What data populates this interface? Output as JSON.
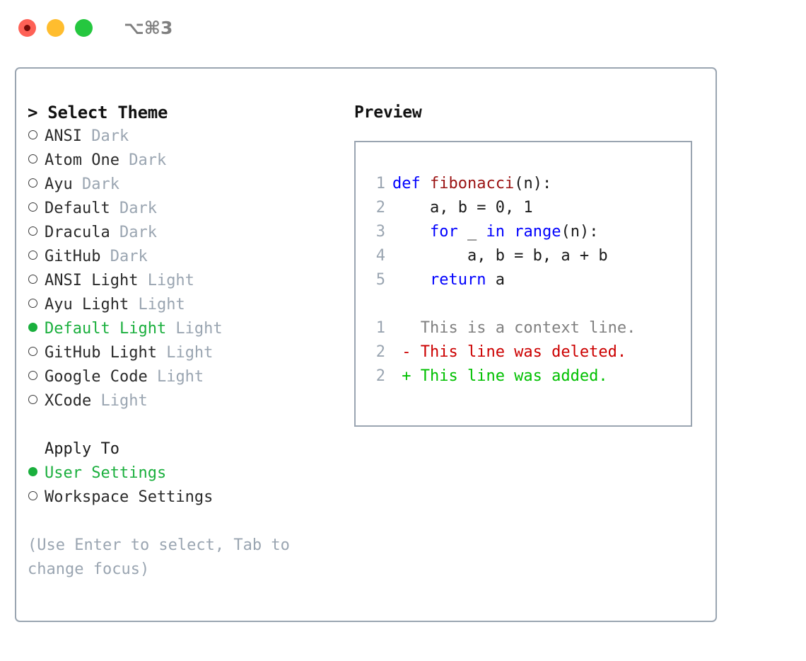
{
  "titlebar": {
    "shortcut": "⌥⌘3",
    "buttons": [
      {
        "name": "close",
        "color": "#fe6156"
      },
      {
        "name": "minimize",
        "color": "#ffbd2e"
      },
      {
        "name": "maximize",
        "color": "#25c73f"
      }
    ]
  },
  "colors": {
    "accent_green": "#1aaf3d",
    "muted": "#9aa5b1",
    "border": "#9aa5b1",
    "keyword_blue": "#0000fe",
    "function_red": "#9b1313",
    "diff_deleted": "#cc0000",
    "diff_added": "#00c000",
    "diff_context": "#808080"
  },
  "left_panel": {
    "header": "> Select Theme",
    "themes": [
      {
        "marker": "o",
        "name": "ANSI",
        "tag": "Dark",
        "selected": false
      },
      {
        "marker": "o",
        "name": "Atom One",
        "tag": "Dark",
        "selected": false
      },
      {
        "marker": "o",
        "name": "Ayu",
        "tag": "Dark",
        "selected": false
      },
      {
        "marker": "o",
        "name": "Default",
        "tag": "Dark",
        "selected": false
      },
      {
        "marker": "o",
        "name": "Dracula",
        "tag": "Dark",
        "selected": false
      },
      {
        "marker": "o",
        "name": "GitHub",
        "tag": "Dark",
        "selected": false
      },
      {
        "marker": "o",
        "name": "ANSI Light",
        "tag": "Light",
        "selected": false
      },
      {
        "marker": "o",
        "name": "Ayu Light",
        "tag": "Light",
        "selected": false
      },
      {
        "marker": "●",
        "name": "Default Light",
        "tag": "Light",
        "selected": true
      },
      {
        "marker": "o",
        "name": "GitHub Light",
        "tag": "Light",
        "selected": false
      },
      {
        "marker": "o",
        "name": "Google Code",
        "tag": "Light",
        "selected": false
      },
      {
        "marker": "o",
        "name": "XCode",
        "tag": "Light",
        "selected": false
      }
    ],
    "apply_to": {
      "label": "Apply To",
      "options": [
        {
          "marker": "●",
          "name": "User Settings",
          "selected": true
        },
        {
          "marker": "o",
          "name": "Workspace Settings",
          "selected": false
        }
      ]
    },
    "hint": "(Use Enter to select, Tab to change focus)"
  },
  "right_panel": {
    "title": "Preview",
    "code_lines": [
      {
        "num": "1",
        "tokens": [
          {
            "t": "def ",
            "c": "kw"
          },
          {
            "t": "fibonacci",
            "c": "fn"
          },
          {
            "t": "(n):",
            "c": "pl"
          }
        ]
      },
      {
        "num": "2",
        "tokens": [
          {
            "t": "    a, b = 0, 1",
            "c": "pl"
          }
        ]
      },
      {
        "num": "3",
        "tokens": [
          {
            "t": "    ",
            "c": "pl"
          },
          {
            "t": "for",
            "c": "kw"
          },
          {
            "t": " _ ",
            "c": "pl"
          },
          {
            "t": "in",
            "c": "kw"
          },
          {
            "t": " ",
            "c": "pl"
          },
          {
            "t": "range",
            "c": "kw"
          },
          {
            "t": "(n):",
            "c": "pl"
          }
        ]
      },
      {
        "num": "4",
        "tokens": [
          {
            "t": "        a, b = b, a + b",
            "c": "pl"
          }
        ]
      },
      {
        "num": "5",
        "tokens": [
          {
            "t": "    ",
            "c": "pl"
          },
          {
            "t": "return",
            "c": "kw"
          },
          {
            "t": " a",
            "c": "pl"
          }
        ]
      }
    ],
    "diff_lines": [
      {
        "num": "1",
        "sign": "  ",
        "text": "This is a context line.",
        "cls": "ctx"
      },
      {
        "num": "2",
        "sign": "- ",
        "text": "This line was deleted.",
        "cls": "del"
      },
      {
        "num": "2",
        "sign": "+ ",
        "text": "This line was added.",
        "cls": "add"
      }
    ]
  }
}
